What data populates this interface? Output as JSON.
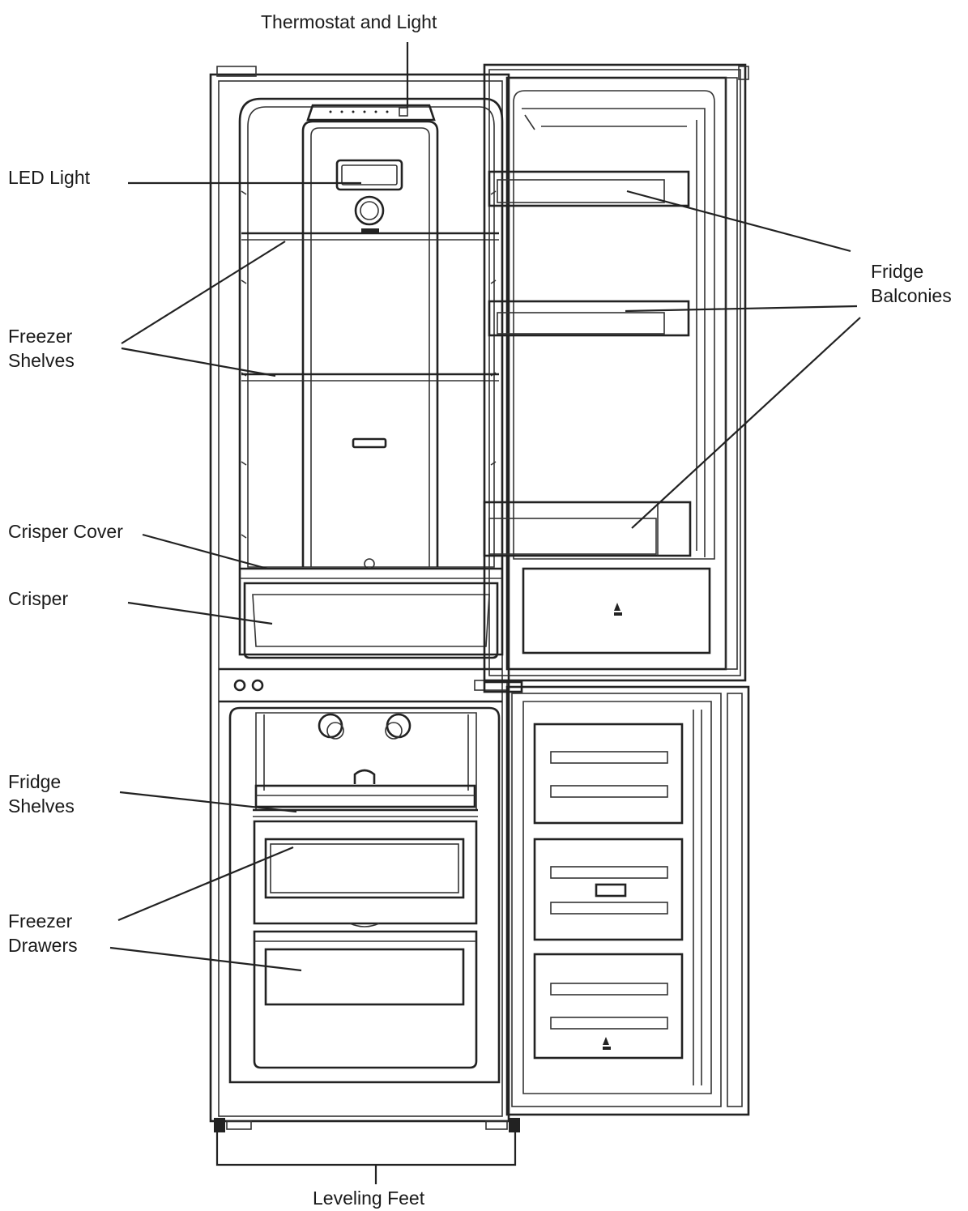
{
  "labels": {
    "thermostat": "Thermostat and Light",
    "led_light": "LED Light",
    "freezer_shelves_1": "Freezer",
    "freezer_shelves_2": "Shelves",
    "crisper_cover": "Crisper Cover",
    "crisper": "Crisper",
    "fridge_shelves_1": "Fridge",
    "fridge_shelves_2": "Shelves",
    "freezer_drawers_1": "Freezer",
    "freezer_drawers_2": "Drawers",
    "fridge_balconies_1": "Fridge",
    "fridge_balconies_2": "Balconies",
    "leveling_feet": "Leveling Feet"
  },
  "colors": {
    "line": "#222222",
    "background": "#ffffff"
  }
}
